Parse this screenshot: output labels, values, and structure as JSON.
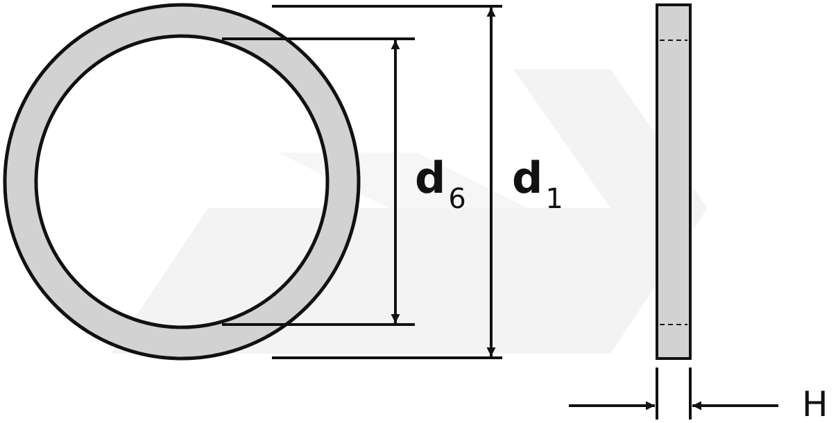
{
  "labels": {
    "inner_diameter": {
      "main": "d",
      "sub": "6"
    },
    "outer_diameter": {
      "main": "d",
      "sub": "1"
    },
    "height": "H"
  },
  "colors": {
    "ring_fill": "#d2d2d2",
    "outline": "#111111",
    "watermark": "#f3f3f3",
    "background": "#ffffff"
  }
}
